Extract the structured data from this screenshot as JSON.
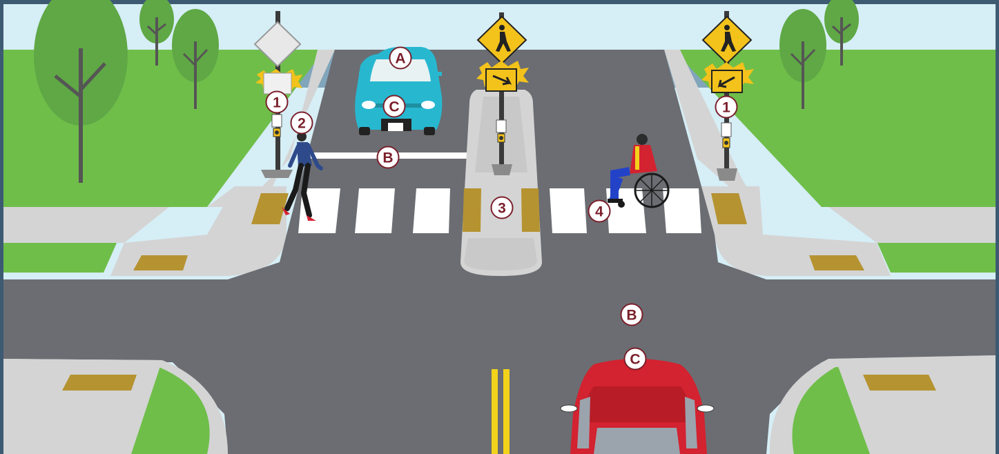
{
  "scene": {
    "description_free": true
  },
  "colors": {
    "frame": "#3d5a73",
    "sky": "#d6eef6",
    "grass": "#6fbe4a",
    "sidewalk": "#d4d4d4",
    "road": "#6b6d72",
    "tactile": "#b59330",
    "sign_yellow": "#f3c21b",
    "marker_outline": "#7a1f2b",
    "car_teal": "#27b8d0",
    "car_red": "#d32230",
    "center_line": "#f3d21b"
  },
  "markers": [
    {
      "id": "marker-1-left",
      "label": "1"
    },
    {
      "id": "marker-2",
      "label": "2"
    },
    {
      "id": "marker-a",
      "label": "A"
    },
    {
      "id": "marker-c-top",
      "label": "C"
    },
    {
      "id": "marker-b-top",
      "label": "B"
    },
    {
      "id": "marker-3",
      "label": "3"
    },
    {
      "id": "marker-4",
      "label": "4"
    },
    {
      "id": "marker-1-right",
      "label": "1"
    },
    {
      "id": "marker-b-bottom",
      "label": "B"
    },
    {
      "id": "marker-c-bottom",
      "label": "C"
    }
  ],
  "icons": {
    "pedestrian_sign_left": "blank-diamond-sign-icon",
    "pedestrian_sign_center": "pedestrian-crossing-sign-icon",
    "pedestrian_sign_right": "pedestrian-crossing-sign-icon",
    "beacon": "flashing-beacon-icon",
    "push_button": "push-button-icon",
    "wheelchair": "wheelchair-user-icon",
    "pedestrian": "walking-pedestrian-icon"
  }
}
